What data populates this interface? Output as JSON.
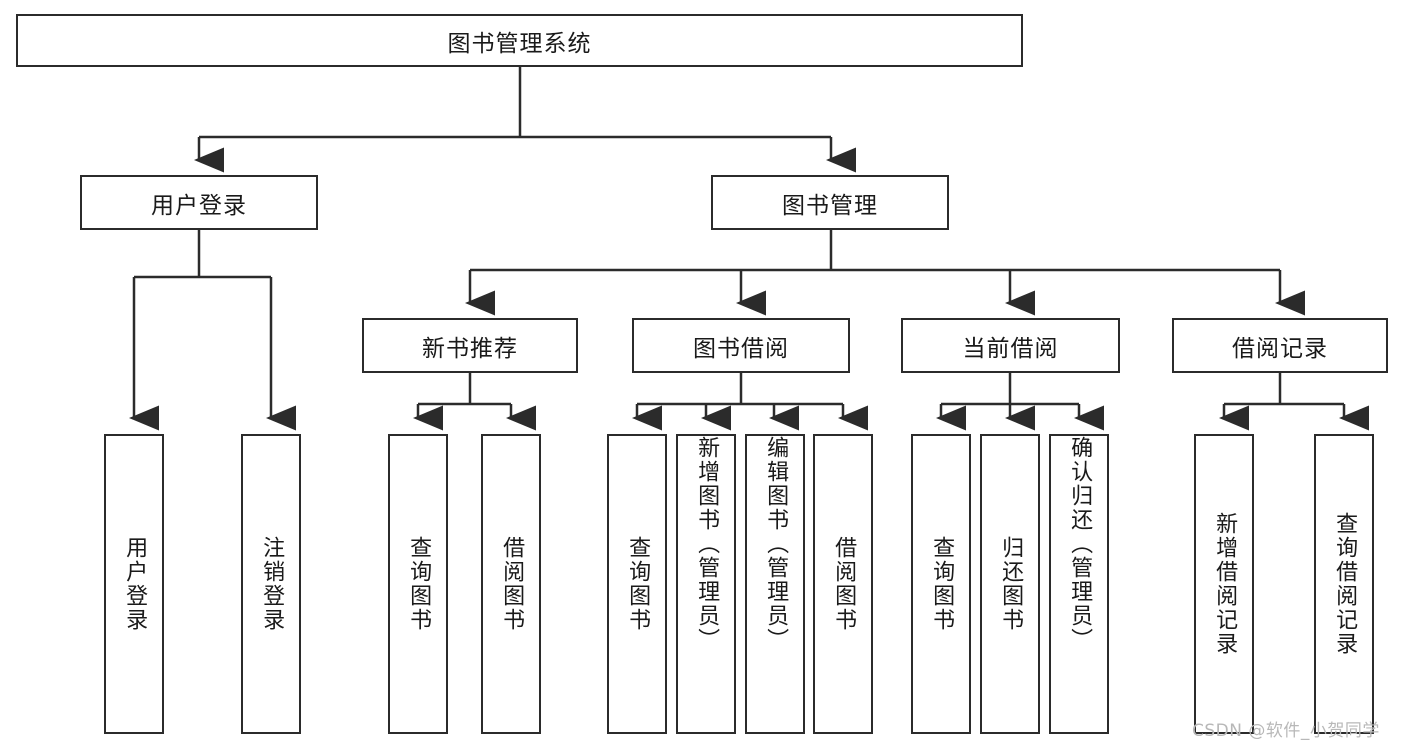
{
  "diagram": {
    "title_node": {
      "label": "图书管理系统"
    },
    "level1": [
      {
        "label": "用户登录"
      },
      {
        "label": "图书管理"
      }
    ],
    "level2": [
      {
        "label": "新书推荐"
      },
      {
        "label": "图书借阅"
      },
      {
        "label": "当前借阅"
      },
      {
        "label": "借阅记录"
      }
    ],
    "leaves": {
      "user_login": [
        {
          "label": "用户登录"
        },
        {
          "label": "注销登录"
        }
      ],
      "new_book_recommend": [
        {
          "label": "查询图书"
        },
        {
          "label": "借阅图书"
        }
      ],
      "book_borrow": [
        {
          "label": "查询图书"
        },
        {
          "label": "新增图书（管理员）"
        },
        {
          "label": "编辑图书（管理员）"
        },
        {
          "label": "借阅图书"
        }
      ],
      "current_borrow": [
        {
          "label": "查询图书"
        },
        {
          "label": "归还图书"
        },
        {
          "label": "确认归还（管理员）"
        }
      ],
      "borrow_record": [
        {
          "label": "新增借阅记录"
        },
        {
          "label": "查询借阅记录"
        }
      ]
    }
  },
  "watermark": {
    "text": "CSDN @软件_小贺同学"
  },
  "colors": {
    "stroke": "#2b2b2b",
    "background": "#ffffff",
    "text": "#1a1a1a",
    "watermark": "#b8b8b8"
  }
}
